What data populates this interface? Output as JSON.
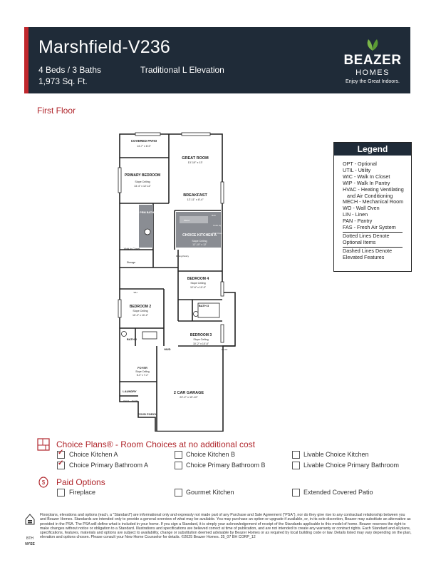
{
  "header": {
    "title": "Marshfield-V236",
    "beds_baths": "4 Beds / 3 Baths",
    "sqft": "1,973 Sq. Ft.",
    "elevation": "Traditional L Elevation",
    "brand_name": "BEAZER",
    "brand_sub": "HOMES",
    "tagline": "Enjoy the Great Indoors.",
    "bg_color": "#1f2b38",
    "accent_color": "#c0272d"
  },
  "floor_label": "First Floor",
  "plan": {
    "covered_patio": {
      "name": "COVERED PATIO",
      "dims": "14'-7\" x 8'-0\""
    },
    "great_room": {
      "name": "GREAT ROOM",
      "dims": "13'-10\" x 13'"
    },
    "primary_bedroom": {
      "name": "PRIMARY BEDROOM",
      "note": "Slope Ceiling",
      "dims": "13'-4\" x 12'-11\""
    },
    "breakfast": {
      "name": "BREAKFAST",
      "dims": "12'-11\" x 8'-4\""
    },
    "choice_primary_bath": {
      "name": "CHOICE PRM BATH A"
    },
    "choice_kitchen": {
      "name": "CHOICE KITCHEN A",
      "note": "Slope Ceiling",
      "dims": "12'-10\" x 12'"
    },
    "walkin_closet": "Walk-in Closet",
    "storage": "Storage",
    "bedroom4": {
      "name": "BEDROOM 4",
      "note": "Slope Ceiling",
      "dims": "12'-6\" x 10'-0\""
    },
    "bedroom2": {
      "name": "BEDROOM 2",
      "note": "Slope Ceiling",
      "dims": "10'-2\" x 10'-2\""
    },
    "bath3": "BATH 3",
    "bath2": "BATH 2",
    "bedroom3": {
      "name": "BEDROOM 3",
      "note": "Slope Ceiling",
      "dims": "10'-2\" x 10'-6\""
    },
    "mud": "MUD",
    "foyer": {
      "name": "FOYER",
      "note": "Slope Ceiling",
      "dims": "6'-0\" x 7'-2\""
    },
    "laundry": "LAUNDRY",
    "garage": {
      "name": "2 CAR GARAGE",
      "dims": "22'-2\" x 19'-10\""
    },
    "covd_porch": "COVD PORCH",
    "small_labels": [
      "Island",
      "Refr",
      "Cook top",
      "Wall Oven",
      "Dining Pantry",
      "Opt Dr",
      "Opt W",
      "Opt D",
      "WH"
    ]
  },
  "legend": {
    "title": "Legend",
    "items": [
      {
        "text": "OPT - Optional",
        "indent": false
      },
      {
        "text": "UTIL - Utility",
        "indent": false
      },
      {
        "text": "WIC - Walk In Closet",
        "indent": false
      },
      {
        "text": "WIP - Walk In Pantry",
        "indent": false
      },
      {
        "text": "HVAC - Heating Ventilating",
        "indent": false
      },
      {
        "text": "and Air Conditioning",
        "indent": true
      },
      {
        "text": "MECH - Mechanical Room",
        "indent": false
      },
      {
        "text": "WO - Wall Oven",
        "indent": false
      },
      {
        "text": "LIN - Linen",
        "indent": false
      },
      {
        "text": "PAN - Pantry",
        "indent": false
      },
      {
        "text": "FAS - Fresh Air System",
        "indent": false
      }
    ],
    "dotted_note": [
      "Dotted Lines Denote",
      "Optional Items"
    ],
    "dashed_note": [
      "Dashed Lines Denote",
      "Elevated Features"
    ]
  },
  "choice_plans": {
    "title": "Choice Plans® - Room Choices at no additional cost",
    "options": [
      {
        "label": "Choice Kitchen A",
        "checked": true
      },
      {
        "label": "Choice Kitchen B",
        "checked": false
      },
      {
        "label": "Livable Choice Kitchen",
        "checked": false
      },
      {
        "label": "Choice Primary Bathroom A",
        "checked": true
      },
      {
        "label": "Choice Primary Bathroom B",
        "checked": false
      },
      {
        "label": "Livable Choice Primary Bathroom",
        "checked": false
      }
    ]
  },
  "paid_options": {
    "title": "Paid Options",
    "options": [
      {
        "label": "Fireplace",
        "checked": false
      },
      {
        "label": "Gourmet Kitchen",
        "checked": false
      },
      {
        "label": "Extended Covered Patio",
        "checked": false
      }
    ]
  },
  "footer": {
    "disclaimer": "Floorplans, elevations and options (each, a \"Standard\") are informational only and expressly not made part of any Purchase and Sale Agreement (\"PSA\"), nor do they give rise to any contractual relationship between you and Beazer Homes. Standards are intended only to provide a general overview of what may be available. You may purchase an option or upgrade if available, or, in its sole discretion, Beazer may substitute an alternative as provided in the PSA. The PSA will define what is included in your home. If you sign a Standard, it is simply your acknowledgement of receipt of the Standards applicable to this model of home. Beazer reserves the right to make changes without notice or obligation to a Standard. Illustrations and specifications are believed correct at time of publication, and are not intended to create any warranty or contract rights. Each Standard and all plans, specifications, features, materials and options are subject to availability, change or substitution deemed advisable by Beazer Homes or as required by local building code or law. Details listed may vary depending on the plan, elevation and options chosen. Please consult your New Home Counselor for details. ©2025 Beazer Homes. 25_07 BH CORP_12",
    "icon_labels": [
      "BTH",
      "NYSE"
    ]
  }
}
